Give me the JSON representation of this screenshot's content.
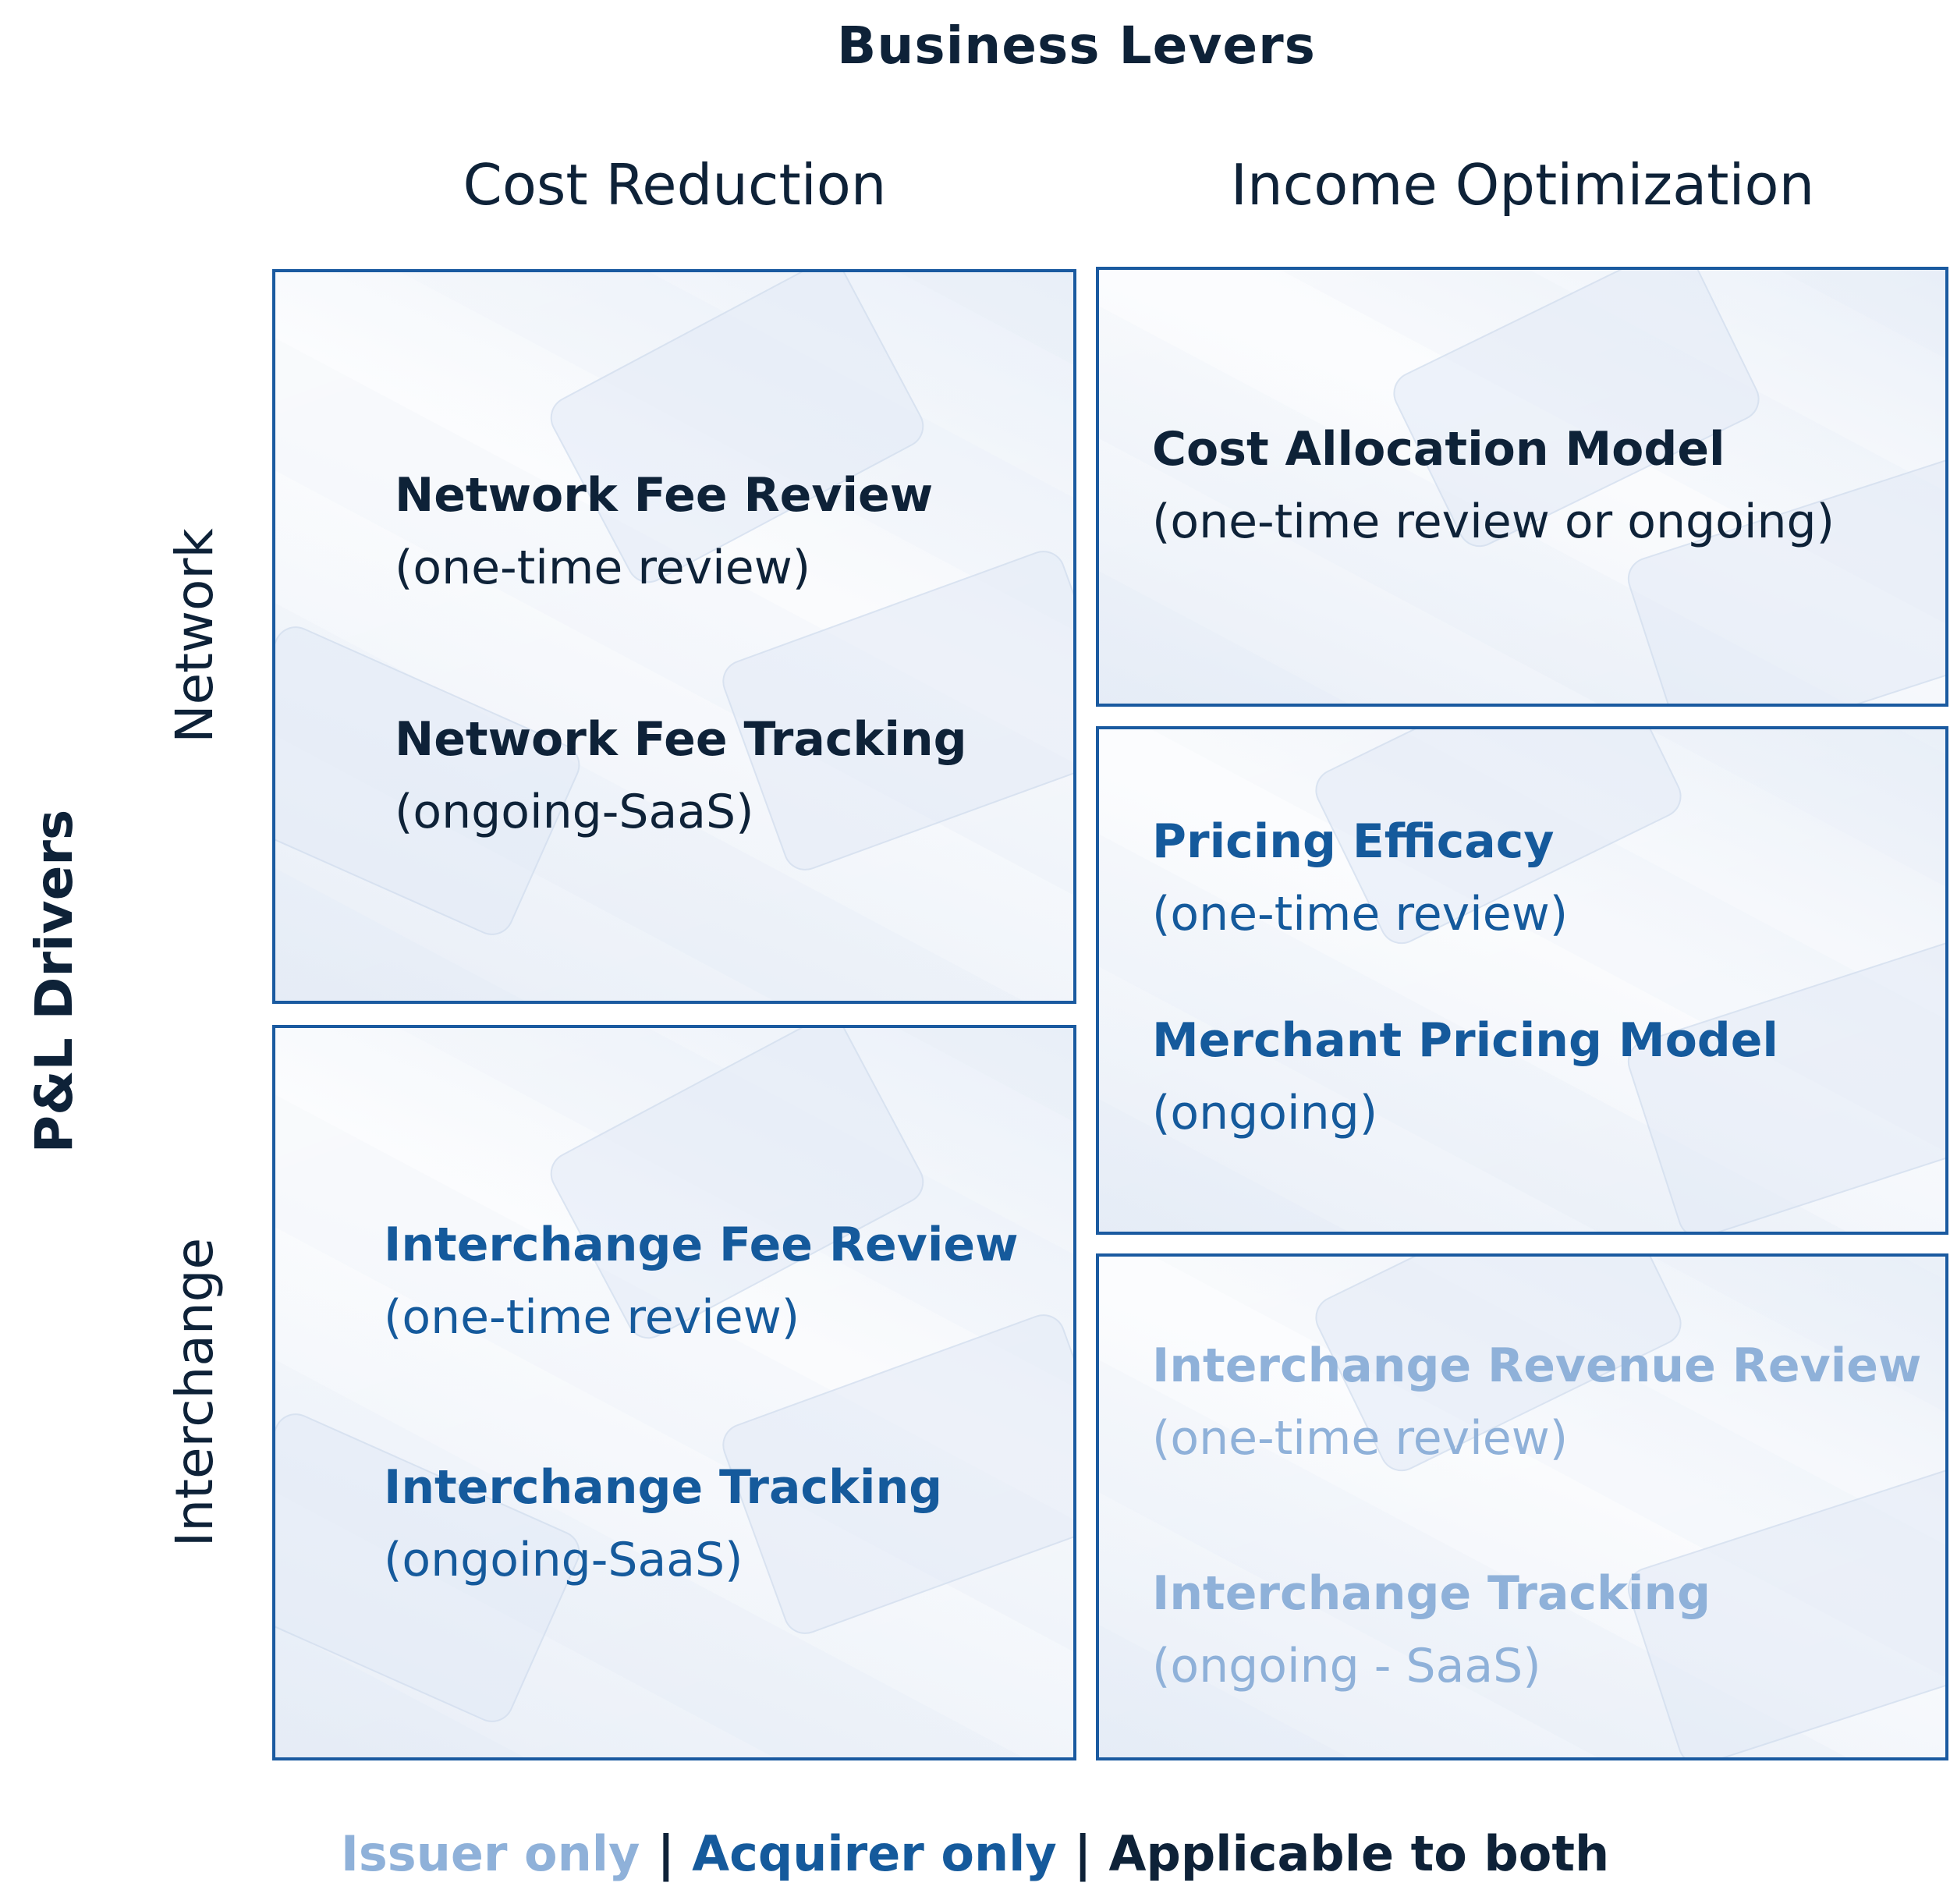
{
  "title": "Business Levers",
  "columns": [
    "Cost Reduction",
    "Income Optimization"
  ],
  "y_axis_label": "P&L Drivers",
  "rows": [
    "Network",
    "Interchange"
  ],
  "colors": {
    "applicable_to_both": "#0e2238",
    "acquirer_only": "#155a9c",
    "issuer_only": "#8fb1d9",
    "panel_border": "#1a5aa0"
  },
  "panels": {
    "network_cost": {
      "items": [
        {
          "title": "Network Fee  Review",
          "subtitle": "(one-time review)",
          "applies_to": "both"
        },
        {
          "title": "Network Fee Tracking",
          "subtitle": "(ongoing-SaaS)",
          "applies_to": "both"
        }
      ]
    },
    "interchange_cost": {
      "items": [
        {
          "title": "Interchange Fee  Review",
          "subtitle": "(one-time review)",
          "applies_to": "acquirer"
        },
        {
          "title": "Interchange Tracking",
          "subtitle": "(ongoing-SaaS)",
          "applies_to": "acquirer"
        }
      ]
    },
    "network_income": {
      "items": [
        {
          "title": "Cost Allocation  Model",
          "subtitle": "(one-time review or ongoing)",
          "applies_to": "both"
        }
      ]
    },
    "pricing_income": {
      "items": [
        {
          "title": "Pricing Efficacy",
          "subtitle": "(one-time review)",
          "applies_to": "acquirer"
        },
        {
          "title": "Merchant  Pricing Model",
          "subtitle": "(ongoing)",
          "applies_to": "acquirer"
        }
      ]
    },
    "interchange_income": {
      "items": [
        {
          "title": "Interchange Revenue Review",
          "subtitle": "(one-time review)",
          "applies_to": "issuer"
        },
        {
          "title": "Interchange Tracking",
          "subtitle": "(ongoing - SaaS)",
          "applies_to": "issuer"
        }
      ]
    }
  },
  "legend": {
    "issuer_only": "Issuer only",
    "acquirer_only": "Acquirer only",
    "both": "Applicable to both",
    "separator": "|"
  }
}
